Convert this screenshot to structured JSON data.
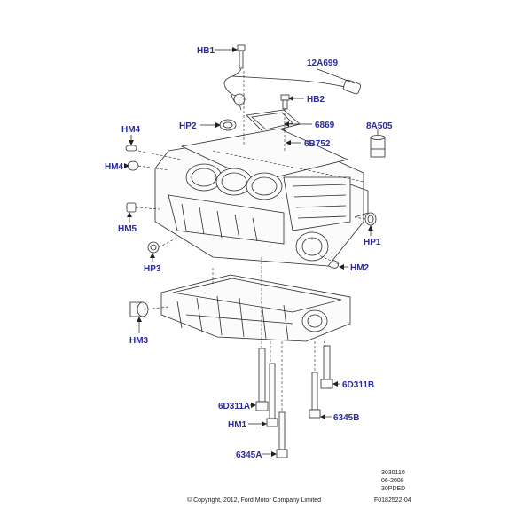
{
  "labels": {
    "HB1": "HB1",
    "12A699": "12A699",
    "HB2": "HB2",
    "HP2": "HP2",
    "6869": "6869",
    "8A505": "8A505",
    "HM4_top": "HM4",
    "6B752": "6B752",
    "HM4_mid": "HM4",
    "HM5": "HM5",
    "HP1": "HP1",
    "HP3": "HP3",
    "HM2": "HM2",
    "HM3": "HM3",
    "6D311B": "6D311B",
    "6D311A": "6D311A",
    "HM1": "HM1",
    "6345B": "6345B",
    "6345A": "6345A"
  },
  "meta": {
    "code1": "3030110",
    "date": "06-2008",
    "code2": "30PDED",
    "code3": "F0182522-04"
  },
  "copyright": "© Copyright, 2012, Ford Motor Company Limited",
  "colors": {
    "label": "#2a2aa0",
    "line": "#2b2b2b"
  }
}
